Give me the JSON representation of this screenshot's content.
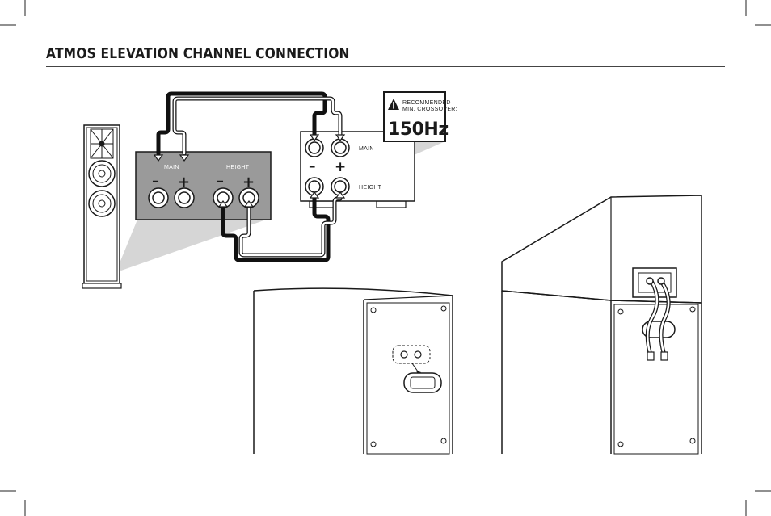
{
  "page": {
    "title": "ATMOS ELEVATION CHANNEL CONNECTION"
  },
  "speaker_terminal": {
    "main_label": "MAIN",
    "height_label": "HEIGHT",
    "minus": "–",
    "plus": "+"
  },
  "receiver_terminal": {
    "main_label": "MAIN",
    "height_label": "HEIGHT",
    "minus": "–",
    "plus": "+"
  },
  "crossover_note": {
    "line1": "RECOMMENDED",
    "line2": "MIN. CROSSOVER:",
    "value": "150Hz",
    "icon": "warning-icon"
  },
  "colors": {
    "panel_gray": "#9a9a9a",
    "callout_gray": "#d6d6d6",
    "wire_dark": "#111111",
    "outline": "#1a1a1a"
  }
}
